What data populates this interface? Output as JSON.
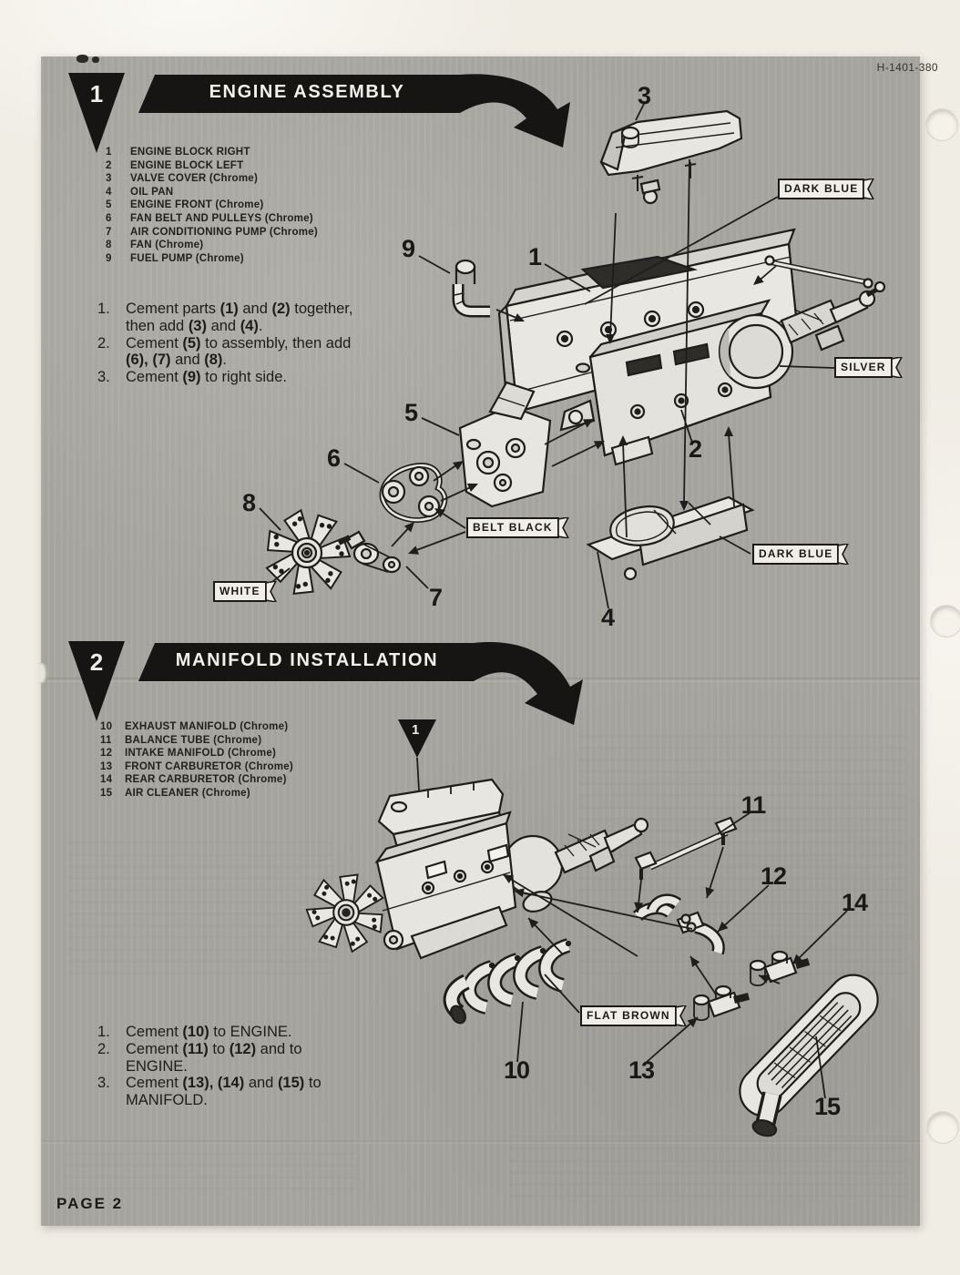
{
  "page": {
    "doc_code": "H-1401-380",
    "page_label": "PAGE 2"
  },
  "sections": [
    {
      "number": "1",
      "title": "ENGINE ASSEMBLY",
      "parts": [
        {
          "num": "1",
          "name": "ENGINE BLOCK RIGHT"
        },
        {
          "num": "2",
          "name": "ENGINE BLOCK LEFT"
        },
        {
          "num": "3",
          "name": "VALVE COVER (Chrome)"
        },
        {
          "num": "4",
          "name": "OIL PAN"
        },
        {
          "num": "5",
          "name": "ENGINE FRONT (Chrome)"
        },
        {
          "num": "6",
          "name": "FAN BELT AND PULLEYS (Chrome)"
        },
        {
          "num": "7",
          "name": "AIR CONDITIONING PUMP (Chrome)"
        },
        {
          "num": "8",
          "name": "FAN (Chrome)"
        },
        {
          "num": "9",
          "name": "FUEL PUMP (Chrome)"
        }
      ],
      "steps": [
        [
          {
            "t": "Cement parts "
          },
          {
            "t": "(1)",
            "b": true
          },
          {
            "t": " and "
          },
          {
            "t": "(2)",
            "b": true
          },
          {
            "t": " together, then add "
          },
          {
            "t": "(3)",
            "b": true
          },
          {
            "t": " and "
          },
          {
            "t": "(4)",
            "b": true
          },
          {
            "t": "."
          }
        ],
        [
          {
            "t": "Cement "
          },
          {
            "t": "(5)",
            "b": true
          },
          {
            "t": " to assembly, then add "
          },
          {
            "t": "(6),",
            "b": true
          },
          {
            "t": " "
          },
          {
            "t": "(7)",
            "b": true
          },
          {
            "t": " and "
          },
          {
            "t": "(8)",
            "b": true
          },
          {
            "t": "."
          }
        ],
        [
          {
            "t": "Cement "
          },
          {
            "t": "(9)",
            "b": true
          },
          {
            "t": " to right side."
          }
        ]
      ],
      "callouts": {
        "n1": "1",
        "n2": "2",
        "n3": "3",
        "n4": "4",
        "n5": "5",
        "n6": "6",
        "n7": "7",
        "n8": "8",
        "n9": "9"
      },
      "flags": {
        "dark_blue_top": "DARK BLUE",
        "silver": "SILVER",
        "belt_black": "BELT BLACK",
        "white": "WHITE",
        "dark_blue_bottom": "DARK BLUE"
      }
    },
    {
      "number": "2",
      "title": "MANIFOLD INSTALLATION",
      "parts": [
        {
          "num": "10",
          "name": "EXHAUST MANIFOLD (Chrome)"
        },
        {
          "num": "11",
          "name": "BALANCE TUBE (Chrome)"
        },
        {
          "num": "12",
          "name": "INTAKE MANIFOLD (Chrome)"
        },
        {
          "num": "13",
          "name": "FRONT CARBURETOR (Chrome)"
        },
        {
          "num": "14",
          "name": "REAR CARBURETOR (Chrome)"
        },
        {
          "num": "15",
          "name": "AIR CLEANER (Chrome)"
        }
      ],
      "steps": [
        [
          {
            "t": "Cement "
          },
          {
            "t": "(10)",
            "b": true
          },
          {
            "t": " to ENGINE."
          }
        ],
        [
          {
            "t": "Cement "
          },
          {
            "t": "(11)",
            "b": true
          },
          {
            "t": " to "
          },
          {
            "t": "(12)",
            "b": true
          },
          {
            "t": " and to ENGINE."
          }
        ],
        [
          {
            "t": "Cement "
          },
          {
            "t": "(13),",
            "b": true
          },
          {
            "t": " "
          },
          {
            "t": "(14)",
            "b": true
          },
          {
            "t": " and "
          },
          {
            "t": "(15)",
            "b": true
          },
          {
            "t": " to MANIFOLD."
          }
        ]
      ],
      "callouts": {
        "tri": "1",
        "n10": "10",
        "n11": "11",
        "n12": "12",
        "n13": "13",
        "n14": "14",
        "n15": "15"
      },
      "flags": {
        "flat_brown": "FLAT BROWN"
      }
    }
  ]
}
